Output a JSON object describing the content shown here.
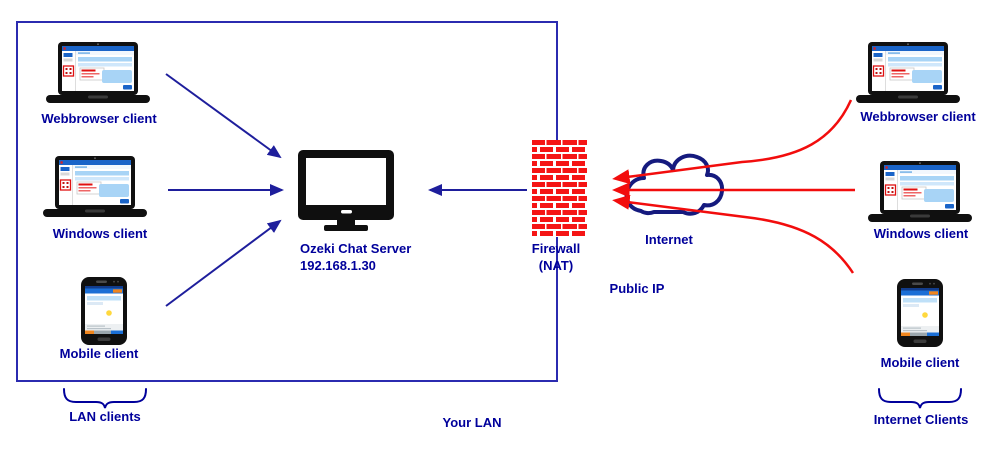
{
  "colors": {
    "navy_text": "#00009b",
    "arrow_blue": "#1e1e9c",
    "box_border_blue": "#2b2bb0",
    "red": "#f20d0d",
    "cloud_outline": "#151a7e",
    "brick_red": "#f51515"
  },
  "lan": {
    "clients": [
      {
        "label": "Webbrowser client",
        "icon": "laptop-icon"
      },
      {
        "label": "Windows client",
        "icon": "laptop-icon"
      },
      {
        "label": "Mobile client",
        "icon": "smartphone-icon"
      }
    ],
    "server": {
      "name": "Ozeki Chat Server",
      "ip": "192.168.1.30",
      "icon": "monitor-icon"
    },
    "group_label": "LAN clients",
    "region_label": "Your LAN"
  },
  "firewall": {
    "name": "Firewall",
    "nat": "(NAT)",
    "icon": "brick-wall-icon"
  },
  "internet": {
    "label": "Internet",
    "public_ip": "Public IP",
    "icon": "cloud-icon"
  },
  "remote": {
    "clients": [
      {
        "label": "Webbrowser client",
        "icon": "laptop-icon"
      },
      {
        "label": "Windows client",
        "icon": "laptop-icon"
      },
      {
        "label": "Mobile client",
        "icon": "smartphone-icon"
      }
    ],
    "group_label": "Internet Clients"
  }
}
